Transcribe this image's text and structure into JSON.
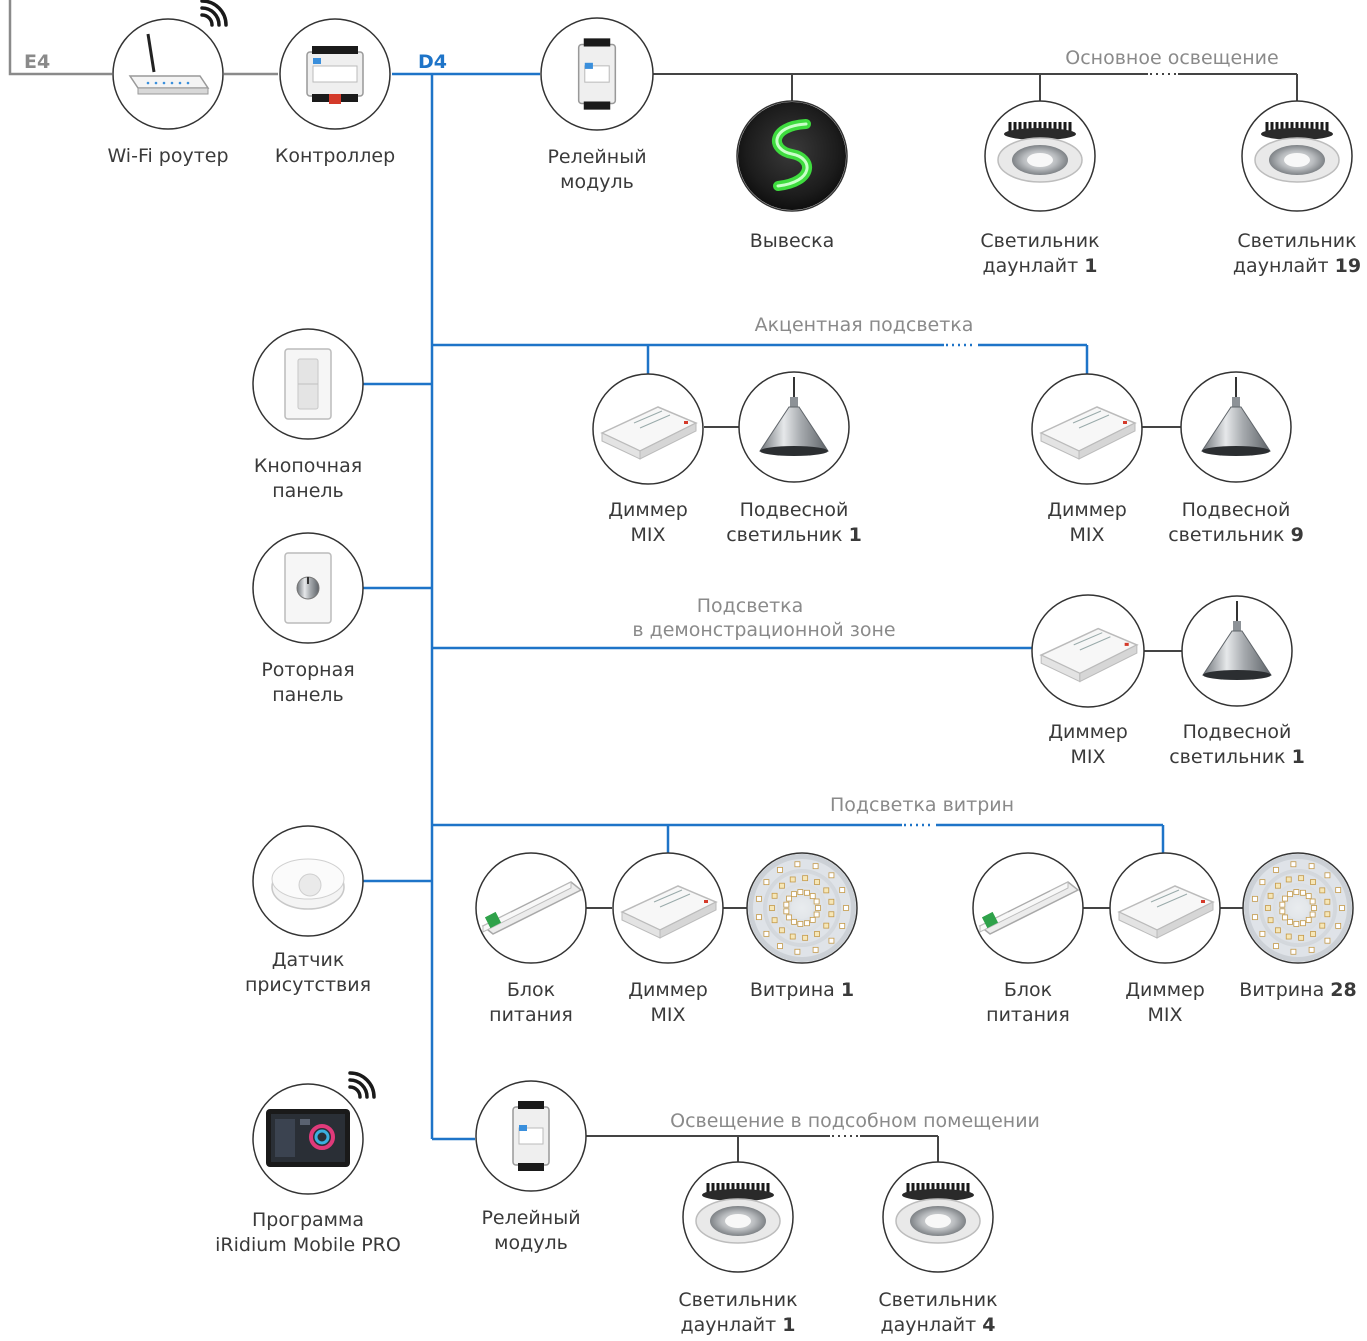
{
  "colors": {
    "bus": "#1e74c8",
    "wire": "#444444",
    "e4": "#8a8a8a",
    "group_label": "#8a8a8a",
    "sign_green": "#3edc3e"
  },
  "bus_labels": {
    "e4": "E4",
    "d4": "D4"
  },
  "groups": {
    "main": "Основное освещение",
    "accent": "Акцентная подсветка",
    "demo_1": "Подсветка",
    "demo_2": "в демонстрационной зоне",
    "showcase": "Подсветка витрин",
    "utility": "Освещение в подсобном помещении"
  },
  "nodes": {
    "router": {
      "icon": "wifi-router-icon",
      "lines": [
        [
          "Wi-Fi роутер",
          ""
        ]
      ]
    },
    "controller": {
      "icon": "controller-icon",
      "lines": [
        [
          "Контроллер",
          ""
        ]
      ]
    },
    "relay1": {
      "icon": "relay-module-icon",
      "lines": [
        [
          "Релейный",
          ""
        ],
        [
          "модуль",
          ""
        ]
      ]
    },
    "sign": {
      "icon": "sign-icon",
      "lines": [
        [
          "Вывеска",
          ""
        ]
      ]
    },
    "dl1": {
      "icon": "downlight-icon",
      "lines": [
        [
          "Светильник",
          ""
        ],
        [
          "даунлайт ",
          "1"
        ]
      ]
    },
    "dl19": {
      "icon": "downlight-icon",
      "lines": [
        [
          "Светильник",
          ""
        ],
        [
          "даунлайт ",
          "19"
        ]
      ]
    },
    "btnpanel": {
      "icon": "button-panel-icon",
      "lines": [
        [
          "Кнопочная",
          ""
        ],
        [
          "панель",
          ""
        ]
      ]
    },
    "dimA1": {
      "icon": "dimmer-icon",
      "lines": [
        [
          "Диммер",
          ""
        ],
        [
          "MIX",
          ""
        ]
      ]
    },
    "pendA1": {
      "icon": "pendant-lamp-icon",
      "lines": [
        [
          "Подвесной",
          ""
        ],
        [
          "светильник ",
          "1"
        ]
      ]
    },
    "dimA9": {
      "icon": "dimmer-icon",
      "lines": [
        [
          "Диммер",
          ""
        ],
        [
          "MIX",
          ""
        ]
      ]
    },
    "pendA9": {
      "icon": "pendant-lamp-icon",
      "lines": [
        [
          "Подвесной",
          ""
        ],
        [
          "светильник ",
          "9"
        ]
      ]
    },
    "rotpanel": {
      "icon": "rotary-panel-icon",
      "lines": [
        [
          "Роторная",
          ""
        ],
        [
          "панель",
          ""
        ]
      ]
    },
    "dimD": {
      "icon": "dimmer-icon",
      "lines": [
        [
          "Диммер",
          ""
        ],
        [
          "MIX",
          ""
        ]
      ]
    },
    "pendD": {
      "icon": "pendant-lamp-icon",
      "lines": [
        [
          "Подвесной",
          ""
        ],
        [
          "светильник ",
          "1"
        ]
      ]
    },
    "sensor": {
      "icon": "presence-sensor-icon",
      "lines": [
        [
          "Датчик",
          ""
        ],
        [
          "присутствия",
          ""
        ]
      ]
    },
    "psu1": {
      "icon": "power-supply-icon",
      "lines": [
        [
          "Блок",
          ""
        ],
        [
          "питания",
          ""
        ]
      ]
    },
    "dimS1": {
      "icon": "dimmer-icon",
      "lines": [
        [
          "Диммер",
          ""
        ],
        [
          "MIX",
          ""
        ]
      ]
    },
    "strip1": {
      "icon": "led-strip-icon",
      "lines": [
        [
          "Витрина ",
          "1"
        ]
      ]
    },
    "psu28": {
      "icon": "power-supply-icon",
      "lines": [
        [
          "Блок",
          ""
        ],
        [
          "питания",
          ""
        ]
      ]
    },
    "dimS28": {
      "icon": "dimmer-icon",
      "lines": [
        [
          "Диммер",
          ""
        ],
        [
          "MIX",
          ""
        ]
      ]
    },
    "strip28": {
      "icon": "led-strip-icon",
      "lines": [
        [
          "Витрина ",
          "28"
        ]
      ]
    },
    "tablet": {
      "icon": "tablet-app-icon",
      "lines": [
        [
          "Программа",
          ""
        ],
        [
          "iRidium Mobile PRO",
          ""
        ]
      ]
    },
    "relay2": {
      "icon": "relay-module-icon",
      "lines": [
        [
          "Релейный",
          ""
        ],
        [
          "модуль",
          ""
        ]
      ]
    },
    "dlU1": {
      "icon": "downlight-icon",
      "lines": [
        [
          "Светильник",
          ""
        ],
        [
          "даунлайт ",
          "1"
        ]
      ]
    },
    "dlU4": {
      "icon": "downlight-icon",
      "lines": [
        [
          "Светильник",
          ""
        ],
        [
          "даунлайт ",
          "4"
        ]
      ]
    }
  }
}
